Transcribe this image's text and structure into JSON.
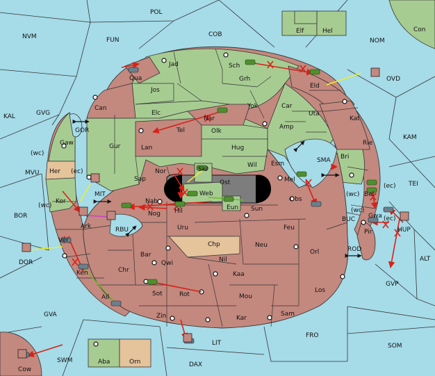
{
  "board": {
    "colors": {
      "sea": "#a6dbe8",
      "green": "#a7cc92",
      "red": "#c3887e",
      "tan": "#e5c39b",
      "neutral": "#7d7d7d",
      "order_move": "#d62218",
      "order_support_yellow": "#f2ef2a",
      "order_support_green": "#6bbb2b",
      "order_convoy": "#c944c4"
    },
    "labels": [
      {
        "t": "POL"
      },
      {
        "t": "NVM"
      },
      {
        "t": "FUN"
      },
      {
        "t": "COB"
      },
      {
        "t": "NOM"
      },
      {
        "t": "Con"
      },
      {
        "t": "Elf"
      },
      {
        "t": "Hel"
      },
      {
        "t": "OVD"
      },
      {
        "t": "KAL"
      },
      {
        "t": "GVG"
      },
      {
        "t": "GOR"
      },
      {
        "t": "KAM"
      },
      {
        "t": "MVU"
      },
      {
        "t": "MIT"
      },
      {
        "t": "SMA"
      },
      {
        "t": "TEI"
      },
      {
        "t": "BOR"
      },
      {
        "t": "RBU"
      },
      {
        "t": "BUC"
      },
      {
        "t": "ROD"
      },
      {
        "t": "ALT"
      },
      {
        "t": "DOR"
      },
      {
        "t": "GVP"
      },
      {
        "t": "GVA"
      },
      {
        "t": "FRO"
      },
      {
        "t": "SOM"
      },
      {
        "t": "SWM"
      },
      {
        "t": "LIT"
      },
      {
        "t": "DAX"
      },
      {
        "t": "Jad"
      },
      {
        "t": "Sch"
      },
      {
        "t": "Qua"
      },
      {
        "t": "Jos"
      },
      {
        "t": "Grh"
      },
      {
        "t": "Eld"
      },
      {
        "t": "Can"
      },
      {
        "t": "Yok"
      },
      {
        "t": "Car"
      },
      {
        "t": "Elc"
      },
      {
        "t": "Nar"
      },
      {
        "t": "Uta"
      },
      {
        "t": "Kat"
      },
      {
        "t": "Tel"
      },
      {
        "t": "Olk"
      },
      {
        "t": "Amp"
      },
      {
        "t": "Rie"
      },
      {
        "t": "Gaw"
      },
      {
        "t": "Gur"
      },
      {
        "t": "Lan"
      },
      {
        "t": "Hug"
      },
      {
        "t": "Bri"
      },
      {
        "t": "Esm"
      },
      {
        "t": "Wil"
      },
      {
        "t": "(wc)"
      },
      {
        "t": "(ec)"
      },
      {
        "t": "Her"
      },
      {
        "t": "Nor"
      },
      {
        "t": "Skr"
      },
      {
        "t": "Ost"
      },
      {
        "t": "Sap"
      },
      {
        "t": "Web"
      },
      {
        "t": "Mel"
      },
      {
        "t": "(ec)"
      },
      {
        "t": "(wc)"
      },
      {
        "t": "Bel"
      },
      {
        "t": "Kor"
      },
      {
        "t": "Nab"
      },
      {
        "t": "Hil"
      },
      {
        "t": "Eun"
      },
      {
        "t": "Obs"
      },
      {
        "t": "Sun"
      },
      {
        "t": "(wc)"
      },
      {
        "t": "(wc)"
      },
      {
        "t": "Gwa"
      },
      {
        "t": "(ec)"
      },
      {
        "t": "HUP"
      },
      {
        "t": "Ark"
      },
      {
        "t": "Nog"
      },
      {
        "t": "Uru"
      },
      {
        "t": "Feu"
      },
      {
        "t": "Pir"
      },
      {
        "t": "Ver"
      },
      {
        "t": "Chp"
      },
      {
        "t": "Neu"
      },
      {
        "t": "Orl"
      },
      {
        "t": "Bar"
      },
      {
        "t": "Qwi"
      },
      {
        "t": "Nil"
      },
      {
        "t": "Ken"
      },
      {
        "t": "Chr"
      },
      {
        "t": "Kaa"
      },
      {
        "t": "Sot"
      },
      {
        "t": "Rot"
      },
      {
        "t": "Los"
      },
      {
        "t": "Mou"
      },
      {
        "t": "Ail"
      },
      {
        "t": "Sam"
      },
      {
        "t": "Zin"
      },
      {
        "t": "Kar"
      },
      {
        "t": "Aba"
      },
      {
        "t": "Orn"
      },
      {
        "t": "Cow"
      }
    ]
  }
}
